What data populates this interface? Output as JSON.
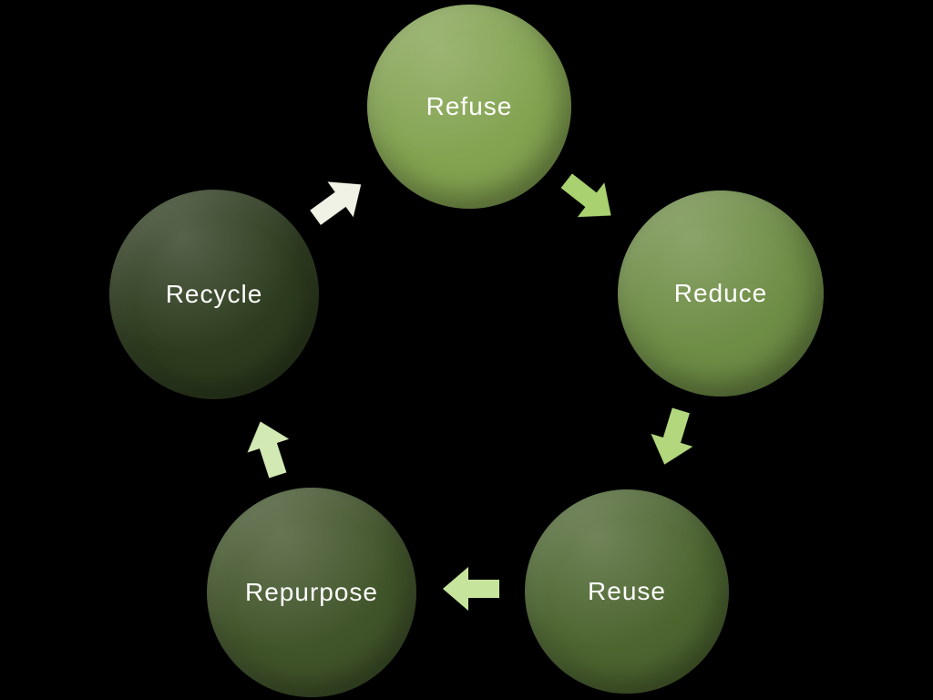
{
  "diagram": {
    "background": "#000000",
    "text_color": "#ffffff",
    "nodes": [
      {
        "id": "refuse",
        "label": "Refuse",
        "color": "#83a350"
      },
      {
        "id": "reduce",
        "label": "Reduce",
        "color": "#6e8d45"
      },
      {
        "id": "reuse",
        "label": "Reuse",
        "color": "#4d6630"
      },
      {
        "id": "repurpose",
        "label": "Repurpose",
        "color": "#41552a"
      },
      {
        "id": "recycle",
        "label": "Recycle",
        "color": "#2d3c1e"
      }
    ],
    "arrows": [
      {
        "name": "arrow-refuse-to-reduce",
        "color": "#a9d16f"
      },
      {
        "name": "arrow-reduce-to-reuse",
        "color": "#b2d77d"
      },
      {
        "name": "arrow-reuse-to-repurpose",
        "color": "#c6e49c"
      },
      {
        "name": "arrow-repurpose-to-recycle",
        "color": "#d3e9b4"
      },
      {
        "name": "arrow-recycle-to-refuse",
        "color": "#eff2e4"
      }
    ]
  }
}
